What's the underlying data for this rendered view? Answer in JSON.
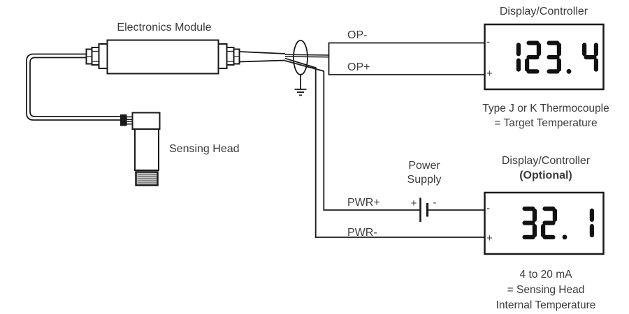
{
  "labels": {
    "electronics_module": "Electronics Module",
    "sensing_head": "Sensing Head",
    "power_line1": "Power",
    "power_line2": "Supply"
  },
  "wires": {
    "op_minus": "OP-",
    "op_plus": "OP+",
    "pwr_plus": "PWR+",
    "pwr_minus": "PWR-"
  },
  "battery": {
    "plus": "+",
    "minus": "-"
  },
  "displays": {
    "top": {
      "title": "Display/Controller",
      "value": "123.4",
      "terminal_minus": "-",
      "terminal_plus": "+",
      "caption1": "Type J or K Thermocouple",
      "caption2": "= Target Temperature"
    },
    "bottom": {
      "title": "Display/Controller",
      "subtitle": "(Optional)",
      "value": "32.1",
      "terminal_minus": "-",
      "terminal_plus": "+",
      "caption1": "4 to 20 mA",
      "caption2": "= Sensing Head",
      "caption3": "Internal Temperature"
    }
  },
  "icons": {
    "shield": "cable-shield-ellipse",
    "ground": "earth-ground-symbol",
    "battery": "battery-cell-symbol"
  },
  "colors": {
    "line": "#1a1a1a",
    "text": "#3b3b3b",
    "segment": "#111111",
    "background": "#ffffff",
    "thread_fill": "#c9c9c9"
  }
}
